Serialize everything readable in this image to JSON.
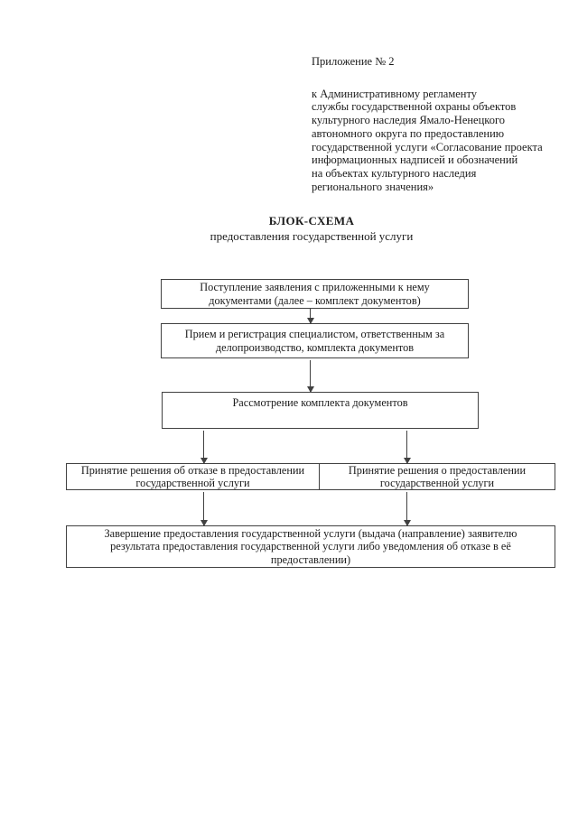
{
  "appendix": {
    "label": "Приложение № 2",
    "lines": [
      "к Административному регламенту",
      "службы государственной охраны объектов",
      "культурного наследия Ямало-Ненецкого",
      "автономного округа по предоставлению",
      "государственной услуги «Согласование проекта",
      "информационных надписей и обозначений",
      "на объектах культурного наследия",
      "регионального значения»"
    ]
  },
  "title": "БЛОК-СХЕМА",
  "subtitle": "предоставления государственной услуги",
  "flowchart": {
    "nodes": {
      "reception": {
        "lines": [
          "Поступление заявления с приложенными к нему",
          "документами (далее – комплект документов)"
        ]
      },
      "registration": {
        "lines": [
          "Прием и регистрация специалистом, ответственным за",
          "делопроизводство, комплекта документов"
        ]
      },
      "review": {
        "lines": [
          "Рассмотрение комплекта документов"
        ]
      },
      "refusal": {
        "lines": [
          "Принятие решения об отказе в предоставлении",
          "государственной услуги"
        ]
      },
      "approval": {
        "lines": [
          "Принятие решения о предоставлении",
          "государственной услуги"
        ]
      },
      "completion": {
        "lines": [
          "Завершение предоставления государственной услуги (выдача (направление) заявителю",
          "результата предоставления государственной услуги либо уведомления об отказе в её",
          "предоставлении)"
        ]
      }
    },
    "edges": [
      {
        "from": "reception",
        "to": "registration"
      },
      {
        "from": "registration",
        "to": "review"
      },
      {
        "from": "review",
        "to": "refusal"
      },
      {
        "from": "review",
        "to": "approval"
      },
      {
        "from": "refusal",
        "to": "completion"
      },
      {
        "from": "approval",
        "to": "completion"
      }
    ]
  },
  "colors": {
    "ink": "#1b1b1b",
    "border": "#414141",
    "background": "#ffffff"
  }
}
